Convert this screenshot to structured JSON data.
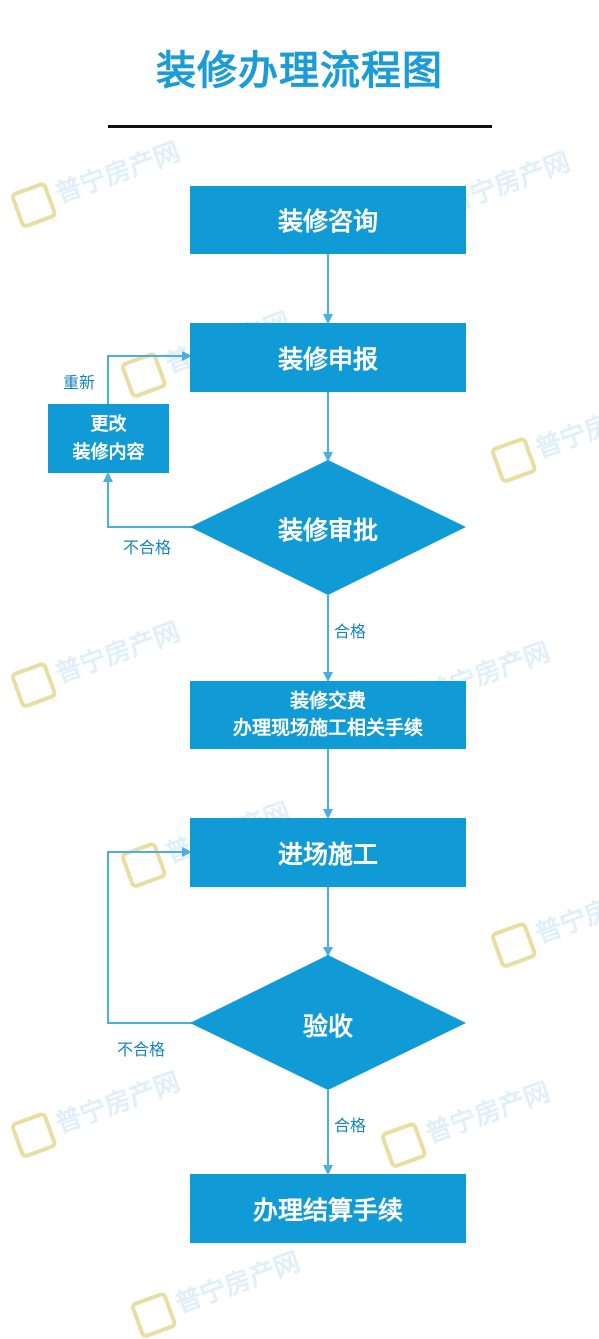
{
  "title": "装修办理流程图",
  "watermark": "普宁房产网",
  "steps": {
    "consult": "装修咨询",
    "apply": "装修申报",
    "modify_line1": "更改",
    "modify_line2": "装修内容",
    "approve": "装修审批",
    "payment_line1": "装修交费",
    "payment_line2": "办理现场施工相关手续",
    "construct": "进场施工",
    "accept": "验收",
    "settle": "办理结算手续"
  },
  "edges": {
    "resubmit": "重新",
    "fail_approval": "不合格",
    "pass_approval": "合格",
    "fail_accept": "不合格",
    "pass_accept": "合格"
  },
  "colors": {
    "node": "#109bd6",
    "title": "#1b9bd7",
    "connector": "#4aaee0"
  }
}
